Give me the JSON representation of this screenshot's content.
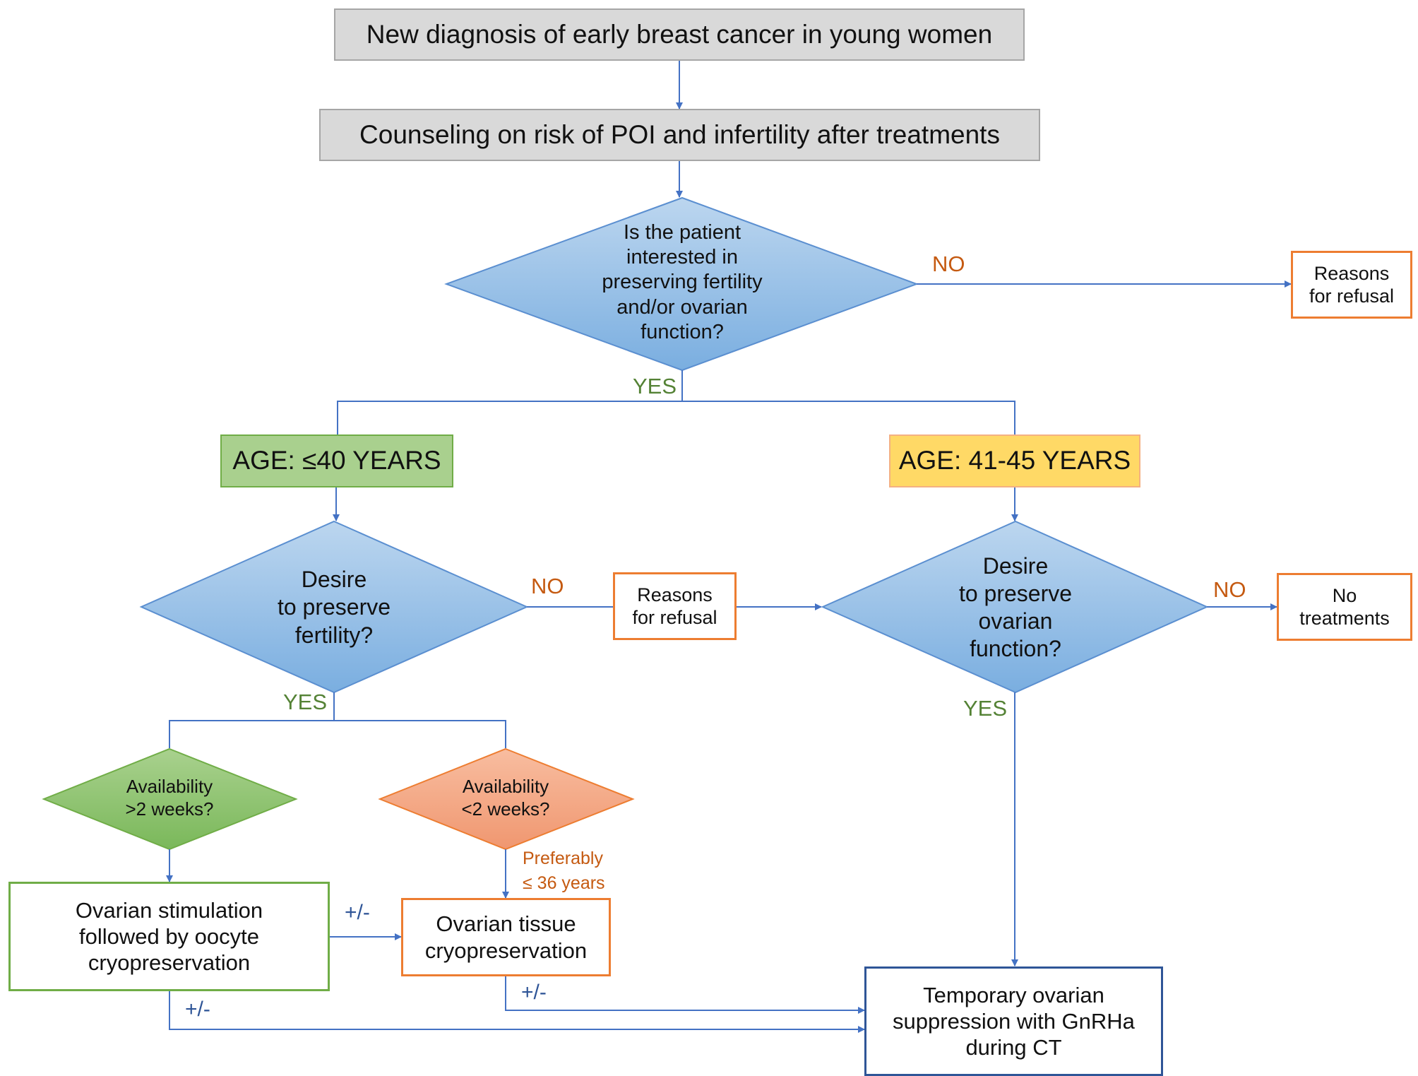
{
  "nodes": {
    "new_diagnosis": "New diagnosis of early breast cancer in young women",
    "counseling": "Counseling on risk of POI and infertility after treatments",
    "q_interested": [
      "Is the patient",
      "interested in",
      "preserving fertility",
      "and/or ovarian",
      "function?"
    ],
    "refusal_top": [
      "Reasons",
      "for refusal"
    ],
    "age_young": "AGE: ≤40 YEARS",
    "age_older": "AGE: 41-45 YEARS",
    "q_fertility": [
      "Desire",
      "to preserve",
      "fertility?"
    ],
    "refusal_mid": [
      "Reasons",
      "for refusal"
    ],
    "q_ovarian": [
      "Desire",
      "to preserve",
      "ovarian",
      "function?"
    ],
    "no_treatments": [
      "No",
      "treatments"
    ],
    "q_over2": [
      "Availability",
      ">2 weeks?"
    ],
    "q_under2": [
      "Availability",
      "<2 weeks?"
    ],
    "ovarian_stimulation": [
      "Ovarian stimulation",
      "followed by oocyte",
      "cryopreservation"
    ],
    "tissue_cryo": [
      "Ovarian tissue",
      "cryopreservation"
    ],
    "gnrha": [
      "Temporary ovarian",
      "suppression with GnRHa",
      "during CT"
    ]
  },
  "edge_labels": {
    "no_top": "NO",
    "yes_top": "YES",
    "no_fertility": "NO",
    "yes_fertility": "YES",
    "no_ovarian": "NO",
    "yes_ovarian": "YES",
    "pm_stim_tissue": "+/-",
    "pm_tissue_gnrha": "+/-",
    "pm_stim_gnrha": "+/-"
  },
  "note_preferably": [
    "Preferably",
    "≤ 36 years"
  ],
  "colors": {
    "connector": "#4472c4",
    "diamond_blue": "#9dc3e6",
    "diamond_green": "#8fc46a",
    "diamond_orange": "#f4a582",
    "no_label": "#c55a11",
    "yes_label": "#548235",
    "gray_box": "#d9d9d9",
    "green_box": "#a9d08e",
    "yellow_box": "#ffd966"
  }
}
